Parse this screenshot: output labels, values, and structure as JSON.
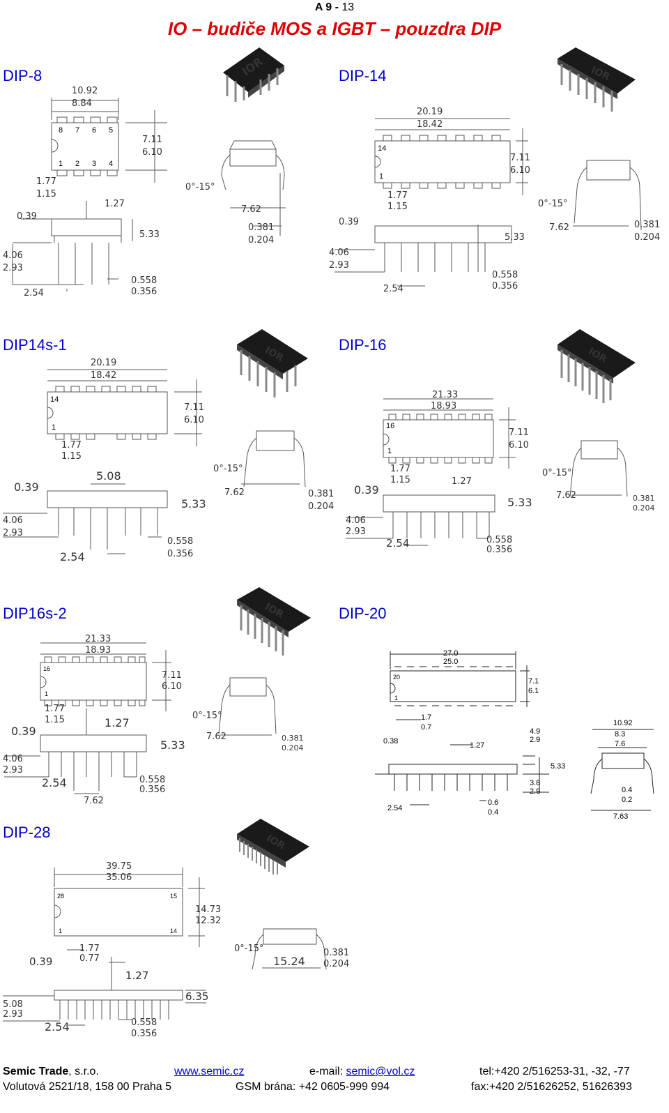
{
  "header": {
    "page_prefix": "A 9 -",
    "page_num": "13",
    "title": "IO – budiče MOS a IGBT – pouzdra DIP"
  },
  "packages": [
    {
      "name": "DIP-8",
      "dims": {
        "len_max": "10.92",
        "len_min": "8.84",
        "w_max": "7.11",
        "w_min": "6.10",
        "pitch_max": "1.77",
        "pitch_min": "1.15",
        "lead_top": "1.27",
        "standoff": "0.39",
        "height": "5.33",
        "pin_max": "4.06",
        "pin_min": "2.93",
        "pitch": "2.54",
        "lead_max": "0.558",
        "lead_min": "0.356",
        "angle": "0°-15°",
        "row": "7.62",
        "thick_max": "0.381",
        "thick_min": "0.204"
      },
      "pins_top": [
        "8",
        "7",
        "6",
        "5"
      ],
      "pins_bottom": [
        "1",
        "2",
        "3",
        "4"
      ]
    },
    {
      "name": "DIP-14",
      "dims": {
        "len_max": "20.19",
        "len_min": "18.42",
        "w_max": "7.11",
        "w_min": "6.10",
        "pitch_max": "1.77",
        "pitch_min": "1.15",
        "standoff": "0.39",
        "height": "5.33",
        "pin_max": "4.06",
        "pin_min": "2.93",
        "pitch": "2.54",
        "lead_max": "0.558",
        "lead_min": "0.356",
        "angle": "0°-15°",
        "row": "7.62",
        "thick_max": "0.381",
        "thick_min": "0.204"
      },
      "pin_first": "14",
      "pin_one": "1"
    },
    {
      "name": "DIP14s-1",
      "dims": {
        "len_max": "20.19",
        "len_min": "18.42",
        "w_max": "7.11",
        "w_min": "6.10",
        "pitch_max": "1.77",
        "pitch_min": "1.15",
        "gap": "5.08",
        "standoff": "0.39",
        "height": "5.33",
        "pin_max": "4.06",
        "pin_min": "2.93",
        "pitch": "2.54",
        "lead_max": "0.558",
        "lead_min": "0.356",
        "angle": "0°-15°",
        "row": "7.62",
        "thick_max": "0.381",
        "thick_min": "0.204"
      },
      "pin_first": "14",
      "pin_one": "1"
    },
    {
      "name": "DIP-16",
      "dims": {
        "len_max": "21.33",
        "len_min": "18.93",
        "w_max": "7.11",
        "w_min": "6.10",
        "pitch_max": "1.77",
        "pitch_min": "1.15",
        "lead_top": "1.27",
        "standoff": "0.39",
        "height": "5.33",
        "pin_max": "4.06",
        "pin_min": "2.93",
        "pitch": "2.54",
        "lead_max": "0.558",
        "lead_min": "0.356",
        "angle": "0°-15°",
        "row": "7.62",
        "thick_max": "0.381",
        "thick_min": "0.204"
      },
      "pin_first": "16",
      "pin_one": "1"
    },
    {
      "name": "DIP16s-2",
      "dims": {
        "len_max": "21.33",
        "len_min": "18.93",
        "w_max": "7.11",
        "w_min": "6.10",
        "pitch_max": "1.77",
        "pitch_min": "1.15",
        "lead_top": "1.27",
        "standoff": "0.39",
        "height": "5.33",
        "pin_max": "4.06",
        "pin_min": "2.93",
        "pitch": "2.54",
        "span": "7.62",
        "lead_max": "0.558",
        "lead_min": "0.356",
        "angle": "0°-15°",
        "row": "7.62",
        "thick_max": "0.381",
        "thick_min": "0.204"
      },
      "pin_first": "16",
      "pin_one": "1"
    },
    {
      "name": "DIP-20",
      "dims": {
        "len_max": "27.0",
        "len_min": "25.0",
        "w_max": "7.1",
        "w_min": "6.1",
        "pitch_max": "1.7",
        "pitch_min": "0.7",
        "standoff": "0.38",
        "lead_top": "1.27",
        "body_max": "4.9",
        "body_min": "2.9",
        "height": "5.33",
        "pin_max": "3.8",
        "pin_min": "2.9",
        "pitch": "2.54",
        "lead_max": "0.6",
        "lead_min": "0.4",
        "outer": "10.92",
        "row_max": "8.3",
        "row_min": "7.6",
        "thick_max": "0.4",
        "thick_min": "0.2",
        "row": "7.63"
      },
      "pin_first": "20",
      "pin_one": "1"
    },
    {
      "name": "DIP-28",
      "dims": {
        "len_max": "39.75",
        "len_min": "35.06",
        "w_max": "14.73",
        "w_min": "12.32",
        "pitch_max": "1.77",
        "pitch_min": "0.77",
        "standoff": "0.39",
        "lead_top": "1.27",
        "height": "6.35",
        "pin_max": "5.08",
        "pin_min": "2.93",
        "pitch": "2.54",
        "lead_max": "0.558",
        "lead_min": "0.356",
        "angle": "0°-15°",
        "row": "15.24",
        "thick_max": "0.381",
        "thick_min": "0.204"
      },
      "pin_first": "28",
      "pin_15": "15",
      "pin_one": "1",
      "pin_14": "14"
    }
  ],
  "logo": "IOR",
  "footer": {
    "company_bold": "Semic Trade",
    "company_rest": ", s.r.o.",
    "web": "www.semic.cz",
    "email_label": "e-mail: ",
    "email": "semic@vol.cz",
    "tel": "tel:+420 2/516253-31,  -32,  -77",
    "address": "Volutová 2521/18, 158 00 Praha 5",
    "gsm": "GSM brána: +42 0605-999 994",
    "fax": "fax:+420 2/51626252, 51626393"
  }
}
